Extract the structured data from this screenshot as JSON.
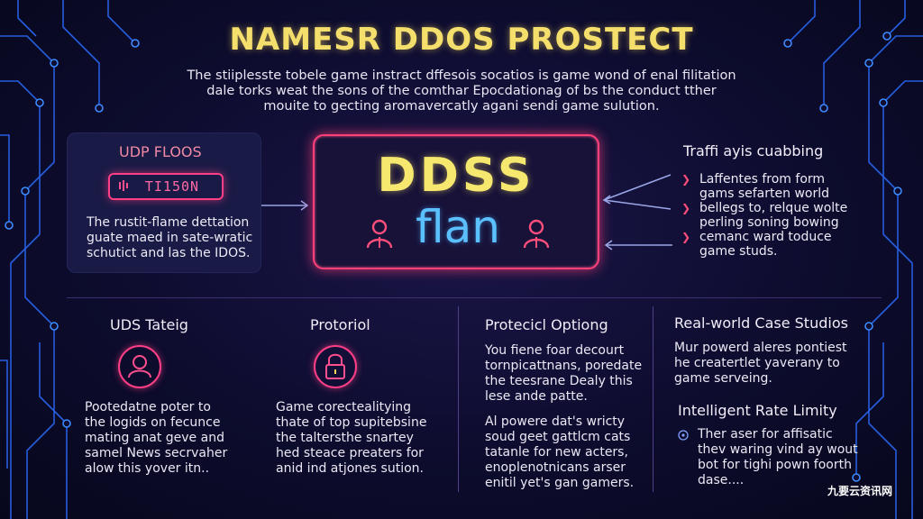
{
  "title": "NAMESR DDOS PROSTECT",
  "intro": [
    "The stiiplesste tobele game instract dffesois socatios is game wond of enal filitation",
    "dale torks weat the sons of the comthar Epocdationag of bs the conduct tther",
    "mouite to gecting aromavercatly agani sendi game sulution."
  ],
  "udp_panel": {
    "title": "UDP FLOOS",
    "badge": "TI150N",
    "desc": [
      "The rustit-flame dettation",
      "guate maed in sate-wratic",
      "schutict and las the IDOS."
    ]
  },
  "center_panel": {
    "title": "DDSS",
    "subtitle": "flan"
  },
  "traffic_panel": {
    "title": "Traffi ayis cuabbing",
    "lines": [
      "Laffentes from form",
      "gams sefarten world",
      "bellegs to, relque wolte",
      "perling soning bowing",
      "cemanc ward toduce",
      "game studs."
    ]
  },
  "sections": {
    "udp": {
      "title": "UDS Tateig",
      "lines": [
        "Pootedatne poter to",
        "the logids on fecunce",
        "mating anat geve and",
        "samel News secrvaher",
        "alow this yover itn.."
      ]
    },
    "protocol": {
      "title": "Protoriol",
      "lines": [
        "Game corectealitying",
        "thate of top supitebsine",
        "the taltersthe snartey",
        "hed steace preaters for",
        "anid ind atjones sution."
      ]
    },
    "protocol_opt": {
      "title": "Protecicl Optiong",
      "lines_a": [
        "You fiene foar decourt",
        "tornpicattnans, poredate",
        "the teesrane Dealy this",
        "lese ande patte."
      ],
      "lines_b": [
        "Al powere dat's wricty",
        "soud geet gattlcm cats",
        "tatanle for new acters,",
        "enoplenotnicans arser",
        "enitil yet's gan gamers."
      ]
    },
    "case": {
      "title": "Real-world Case Studios",
      "lines": [
        "Mur powerd aleres pontiest",
        "he creatertlet yaverany to",
        "game serveing."
      ]
    },
    "rate": {
      "title": "Intelligent Rate Limity",
      "lines": [
        "Ther aser for affisatic",
        "thev waring vind ay wout",
        "bot for tighi pown foorth",
        "dase...."
      ]
    }
  },
  "watermark": "九要云资讯网",
  "colors": {
    "background": "#0d0c2e",
    "accent_pink": "#ff3f86",
    "accent_yellow": "#f4de6c",
    "accent_blue": "#5bc0ff",
    "circuit_blue": "#2b6dff"
  },
  "icons": [
    "person-icon",
    "lock-icon",
    "chevron-right-icon",
    "arrow-left-icon",
    "arrow-right-icon",
    "info-icon"
  ]
}
